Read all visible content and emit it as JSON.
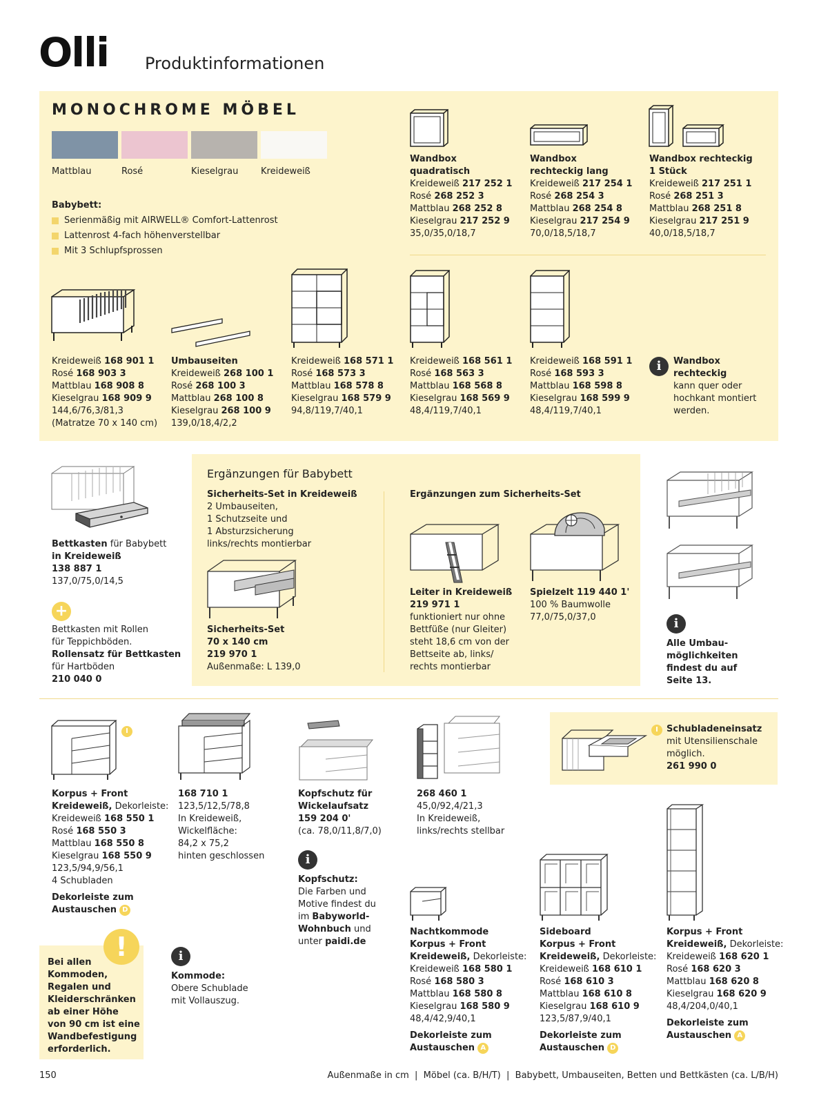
{
  "header": {
    "brand": "Olli",
    "subtitle": "Produktinformationen"
  },
  "section": {
    "title": "MONOCHROME MÖBEL",
    "swatches": [
      {
        "label": "Mattblau",
        "color": "#7f93a6"
      },
      {
        "label": "Rosé",
        "color": "#ecc5d0"
      },
      {
        "label": "Kieselgrau",
        "color": "#b7b3ae"
      },
      {
        "label": "Kreideweiß",
        "color": "#f9f8f4"
      }
    ],
    "babybett_heading": "Babybett:",
    "babybett_features": [
      "Serienmäßig mit AIRWELL® Comfort-Lattenrost",
      "Lattenrost 4-fach höhenverstellbar",
      "Mit 3 Schlupfsprossen"
    ]
  },
  "wandboxen": [
    {
      "title1": "Wandbox",
      "title2": "quadratisch",
      "l1": "Kreideweiß",
      "n1": "217 252 1",
      "l2": "Rosé",
      "n2": "268 252 3",
      "l3": "Mattblau",
      "n3": "268 252 8",
      "l4": "Kieselgrau",
      "n4": "217 252 9",
      "dims": "35,0/35,0/18,7"
    },
    {
      "title1": "Wandbox",
      "title2": "rechteckig lang",
      "l1": "Kreideweiß",
      "n1": "217 254 1",
      "l2": "Rosé",
      "n2": "268 254 3",
      "l3": "Mattblau",
      "n3": "268 254 8",
      "l4": "Kieselgrau",
      "n4": "217 254 9",
      "dims": "70,0/18,5/18,7"
    },
    {
      "title1": "Wandbox rechteckig",
      "title2": "1 Stück",
      "l1": "Kreideweiß",
      "n1": "217 251 1",
      "l2": "Rosé",
      "n2": "268 251 3",
      "l3": "Mattblau",
      "n3": "268 251 8",
      "l4": "Kieselgrau",
      "n4": "217 251 9",
      "dims": "40,0/18,5/18,7"
    }
  ],
  "row2": [
    {
      "l1": "Kreideweiß",
      "n1": "168 901 1",
      "l2": "Rosé",
      "n2": "168 903 3",
      "l3": "Mattblau",
      "n3": "168 908 8",
      "l4": "Kieselgrau",
      "n4": "168 909 9",
      "dims": "144,6/76,3/81,3",
      "extra": "(Matratze 70 x 140 cm)"
    },
    {
      "title": "Umbauseiten",
      "l1": "Kreideweiß",
      "n1": "268 100 1",
      "l2": "Rosé",
      "n2": "268 100 3",
      "l3": "Mattblau",
      "n3": "268 100 8",
      "l4": "Kieselgrau",
      "n4": "268 100 9",
      "dims": "139,0/18,4/2,2"
    },
    {
      "l1": "Kreideweiß",
      "n1": "168 571 1",
      "l2": "Rosé",
      "n2": "168 573 3",
      "l3": "Mattblau",
      "n3": "168 578 8",
      "l4": "Kieselgrau",
      "n4": "168 579 9",
      "dims": "94,8/119,7/40,1"
    },
    {
      "l1": "Kreideweiß",
      "n1": "168 561 1",
      "l2": "Rosé",
      "n2": "168 563 3",
      "l3": "Mattblau",
      "n3": "168 568 8",
      "l4": "Kieselgrau",
      "n4": "168 569 9",
      "dims": "48,4/119,7/40,1"
    },
    {
      "l1": "Kreideweiß",
      "n1": "168 591 1",
      "l2": "Rosé",
      "n2": "168 593 3",
      "l3": "Mattblau",
      "n3": "168 598 8",
      "l4": "Kieselgrau",
      "n4": "168 599 9",
      "dims": "48,4/119,7/40,1"
    }
  ],
  "wandbox_note": {
    "t1": "Wandbox",
    "t2": "rechteckig",
    "l1": "kann quer oder",
    "l2": "hochkant montiert",
    "l3": "werden."
  },
  "bettkasten": {
    "t1": "Bettkasten",
    "t1b": " für Babybett",
    "t2": "in Kreideweiß",
    "num": "138 887 1",
    "dims": "137,0/75,0/14,5",
    "n1": "Bettkasten mit Rollen",
    "n2": "für Teppichböden.",
    "n3": "Rollensatz für Bettkasten",
    "n4": "für Hartböden",
    "n5": "210 040 0"
  },
  "ergaenzungen": {
    "title": "Ergänzungen für Babybett",
    "set_title": "Sicherheits-Set in Kreideweiß",
    "set_l1": "2 Umbauseiten,",
    "set_l2": "1 Schutzseite und",
    "set_l3": "1 Absturzsicherung",
    "set_l4": "links/rechts montierbar",
    "set2_t1": "Sicherheits-Set",
    "set2_t2": "70 x 140 cm",
    "set2_num": "219 970 1",
    "set2_dims": "Außenmaße: L 139,0",
    "zum_title": "Ergänzungen zum Sicherheits-Set",
    "leiter_title": "Leiter in Kreideweiß",
    "leiter_num": "219 971 1",
    "leiter_l1": "funktioniert nur ohne",
    "leiter_l2": "Bettfüße (nur Gleiter)",
    "leiter_l3": "steht 18,6 cm von der",
    "leiter_l4": "Bettseite ab, links/",
    "leiter_l5": "rechts montierbar",
    "zelt_title": "Spielzelt 119 440 1'",
    "zelt_l1": "100 % Baumwolle",
    "zelt_dims": "77,0/75,0/37,0"
  },
  "umbau_note": {
    "l1": "Alle Umbau-",
    "l2": "möglichkeiten",
    "l3": "findest du auf",
    "l4": "Seite 13."
  },
  "kommode": {
    "badge": "I",
    "t1": "Korpus + Front",
    "t2": "Kreideweiß,",
    "t2b": " Dekorleiste:",
    "l1": "Kreideweiß",
    "n1": "168 550 1",
    "l2": "Rosé",
    "n2": "168 550 3",
    "l3": "Mattblau",
    "n3": "168 550 8",
    "l4": "Kieselgrau",
    "n4": "168 550 9",
    "dims": "123,5/94,9/56,1",
    "extra": "4 Schubladen",
    "deko1": "Dekorleiste zum",
    "deko2": "Austauschen",
    "deko_badge": "D"
  },
  "wickel": {
    "num": "168 710 1",
    "dims": "123,5/12,5/78,8",
    "l1": "In Kreideweiß,",
    "l2": "Wickelfläche:",
    "l3": "84,2 x 75,2",
    "l4": "hinten geschlossen"
  },
  "kopfschutz": {
    "t1": "Kopfschutz für",
    "t2": "Wickelaufsatz",
    "num": "159 204 0'",
    "dims": "(ca. 78,0/11,8/7,0)",
    "info_t": "Kopfschutz:",
    "i1": "Die Farben und",
    "i2": "Motive findest du",
    "i3a": "im ",
    "i3b": "Babyworld-",
    "i4a": "Wohnbuch",
    "i4b": " und",
    "i5a": "unter ",
    "i5b": "paidi.de"
  },
  "regal_side": {
    "num": "268 460 1",
    "dims": "45,0/92,4/21,3",
    "l1": "In Kreideweiß,",
    "l2": "links/rechts stellbar"
  },
  "schublade": {
    "badge": "I",
    "title": "Schubladeneinsatz",
    "l1": "mit Utensilienschale",
    "l2": "möglich.",
    "num": "261 990 0"
  },
  "warnung": {
    "l1": "Bei allen",
    "l2": "Kommoden,",
    "l3": "Regalen und",
    "l4": "Kleiderschränken",
    "l5": "ab einer Höhe",
    "l6": "von 90 cm ist eine",
    "l7": "Wandbefestigung",
    "l8": "erforderlich."
  },
  "kommode_note": {
    "t": "Kommode:",
    "l1": "Obere Schublade",
    "l2": "mit Vollauszug."
  },
  "nachtkommode": {
    "title": "Nachtkommode",
    "t1": "Korpus + Front",
    "t2": "Kreideweiß,",
    "t2b": " Dekorleiste:",
    "l1": "Kreideweiß",
    "n1": "168 580 1",
    "l2": "Rosé",
    "n2": "168 580 3",
    "l3": "Mattblau",
    "n3": "168 580 8",
    "l4": "Kieselgrau",
    "n4": "168 580 9",
    "dims": "48,4/42,9/40,1",
    "deko1": "Dekorleiste zum",
    "deko2": "Austauschen",
    "deko_badge": "A"
  },
  "sideboard": {
    "title": "Sideboard",
    "t1": "Korpus + Front",
    "t2": "Kreideweiß,",
    "t2b": " Dekorleiste:",
    "l1": "Kreideweiß",
    "n1": "168 610 1",
    "l2": "Rosé",
    "n2": "168 610 3",
    "l3": "Mattblau",
    "n3": "168 610 8",
    "l4": "Kieselgrau",
    "n4": "168 610 9",
    "dims": "123,5/87,9/40,1",
    "deko1": "Dekorleiste zum",
    "deko2": "Austauschen",
    "deko_badge": "D"
  },
  "hochregal": {
    "t1": "Korpus + Front",
    "t2": "Kreideweiß,",
    "t2b": " Dekorleiste:",
    "l1": "Kreideweiß",
    "n1": "168 620 1",
    "l2": "Rosé",
    "n2": "168 620 3",
    "l3": "Mattblau",
    "n3": "168 620 8",
    "l4": "Kieselgrau",
    "n4": "168 620 9",
    "dims": "48,4/204,0/40,1",
    "deko1": "Dekorleiste zum",
    "deko2": "Austauschen",
    "deko_badge": "A"
  },
  "footer": {
    "page": "150",
    "legend": "Außenmaße in cm  |  Möbel (ca. B/H/T)  |  Babybett, Umbauseiten, Betten und Bettkästen (ca. L/B/H)"
  }
}
